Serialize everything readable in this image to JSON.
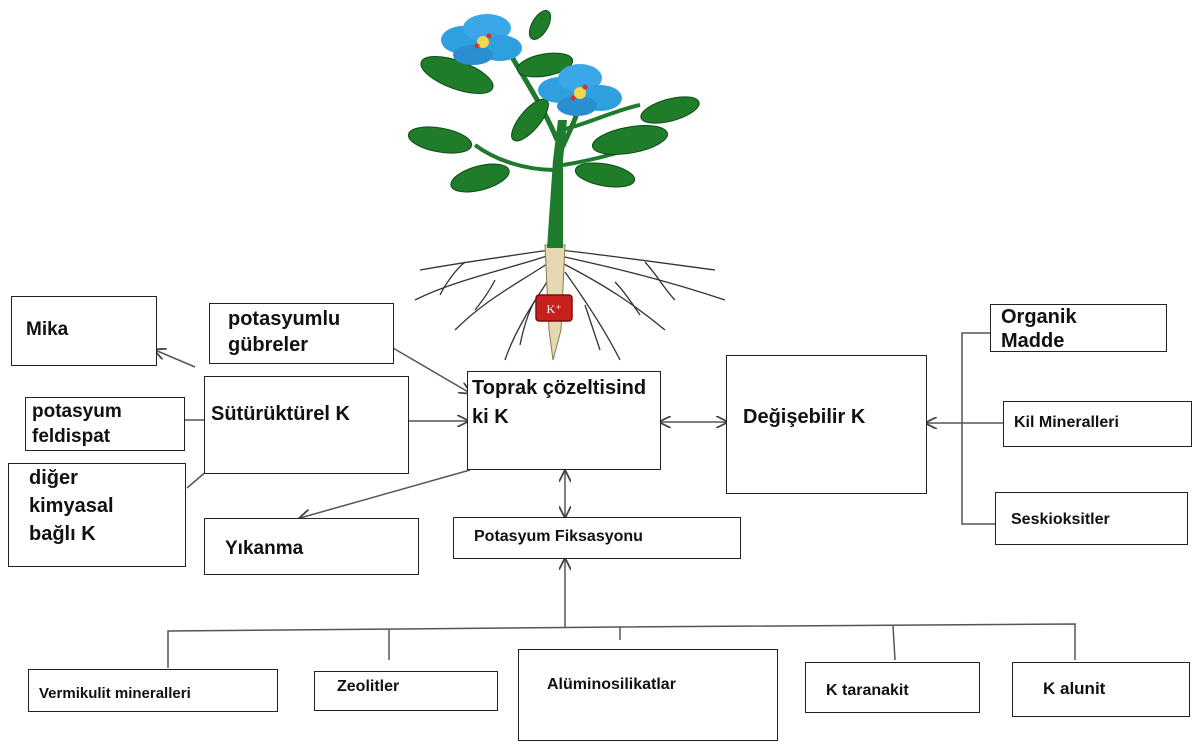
{
  "plant": {
    "ion_label": "K⁺"
  },
  "boxes": {
    "mika": "Mika",
    "potasyumlu_gubreler": "potasyumlu gübreler",
    "potasyum_feldispat": "potasyum feldispat",
    "diger_kimyasal": "diğer kimyasal bağlı K",
    "suturukturel": "Sütürüktürel K",
    "toprak_cozeltisi": "Toprak çözeltisind ki K",
    "degisebilir": "Değişebilir K",
    "organik_madde": "Organik Madde",
    "kil_mineralleri": "Kil Mineralleri",
    "seskioksitler": "Seskioksitler",
    "yikanma": "Yıkanma",
    "potasyum_fiksasyonu": "Potasyum Fiksasyonu",
    "vermikulit": "Vermikulit mineralleri",
    "zeolitler": "Zeolitler",
    "aluminosilikatlar": "Alüminosilikatlar",
    "k_taranakit": "K taranakit",
    "k_alunit": "K alunit"
  }
}
